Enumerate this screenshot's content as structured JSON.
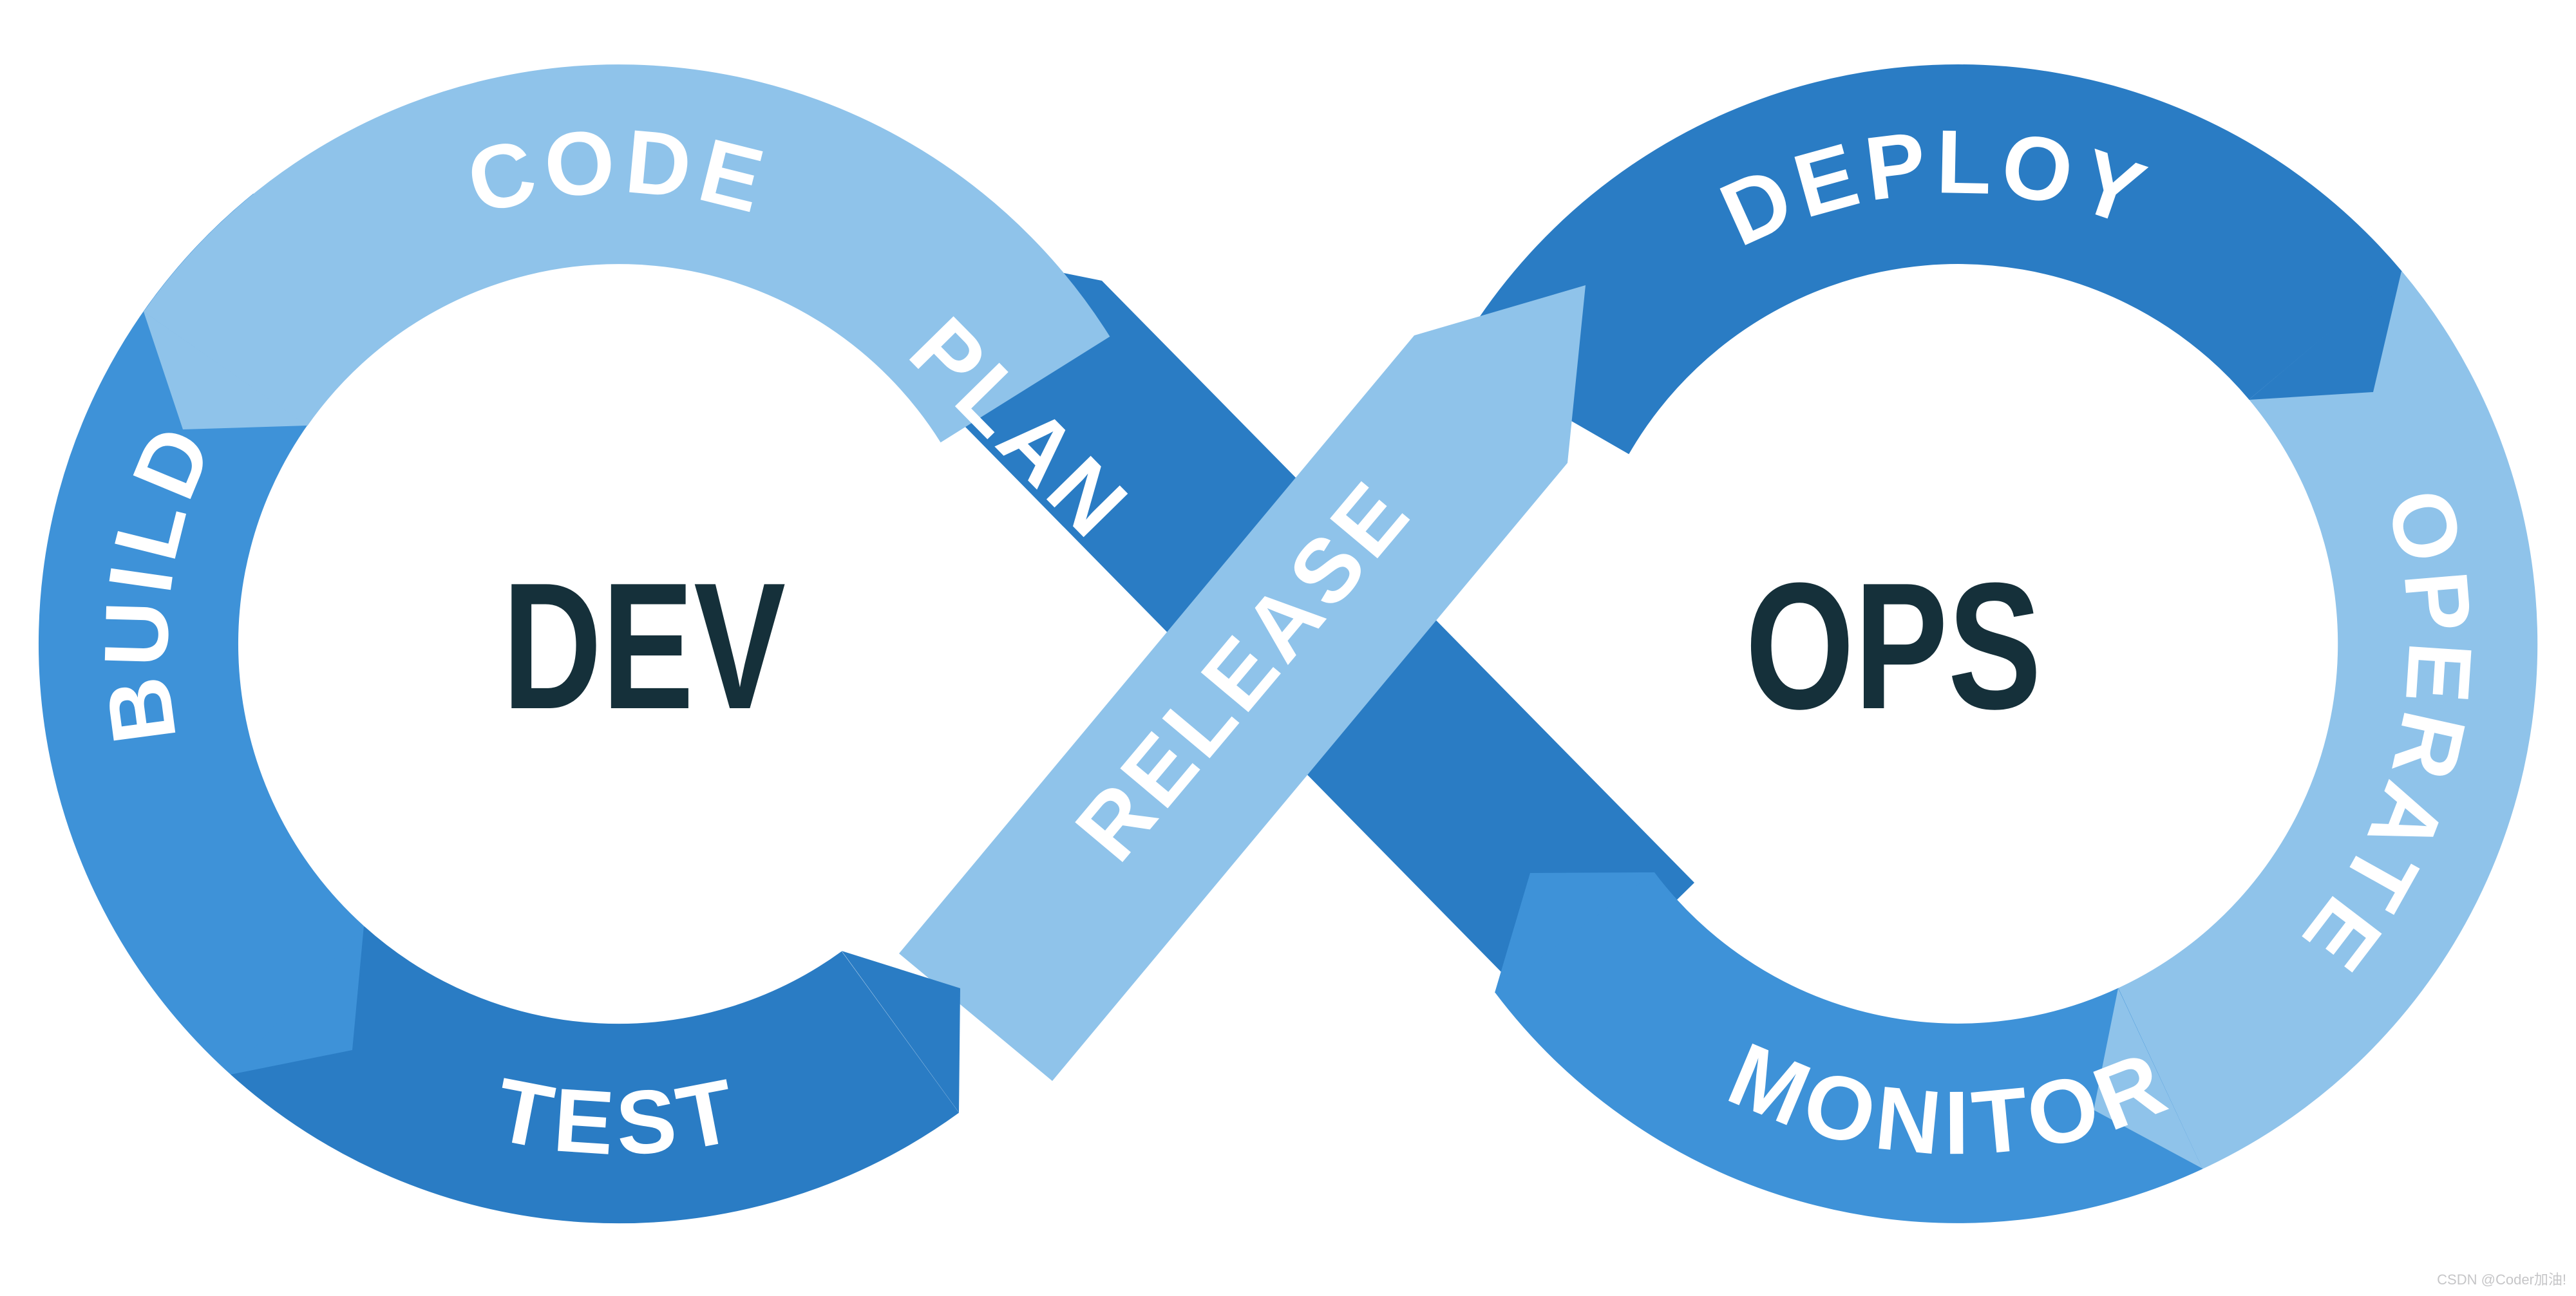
{
  "diagram": {
    "title_left": "DEV",
    "title_right": "OPS",
    "stages": {
      "plan": "PLAN",
      "code": "CODE",
      "build": "BUILD",
      "test": "TEST",
      "release": "RELEASE",
      "deploy": "DEPLOY",
      "operate": "OPERATE",
      "monitor": "MONITOR"
    },
    "colors": {
      "light_blue": "#8FC3EA",
      "medium_blue": "#3E92D8",
      "dark_blue": "#2A7CC4",
      "title_text": "#15303A",
      "label_text": "#FFFFFF",
      "background": "#FFFFFF",
      "watermark_gray": "#C6C6C8"
    },
    "watermark": "CSDN @Coder加油!"
  }
}
